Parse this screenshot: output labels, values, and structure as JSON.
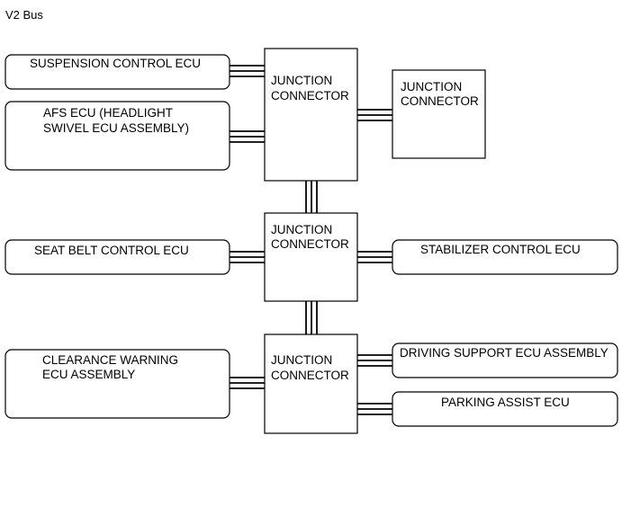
{
  "title": "V2 Bus",
  "junctions": {
    "j1": [
      "JUNCTION",
      "CONNECTOR"
    ],
    "j2": [
      "JUNCTION",
      "CONNECTOR"
    ],
    "j3": [
      "JUNCTION",
      "CONNECTOR"
    ],
    "j4": [
      "JUNCTION",
      "CONNECTOR"
    ]
  },
  "ecus": {
    "suspension": [
      "SUSPENSION CONTROL ECU"
    ],
    "afs": [
      "AFS ECU (HEADLIGHT",
      "SWIVEL ECU ASSEMBLY)"
    ],
    "seat_belt": [
      "SEAT BELT CONTROL ECU"
    ],
    "stabilizer": [
      "STABILIZER CONTROL ECU"
    ],
    "clearance": [
      "CLEARANCE WARNING",
      "ECU ASSEMBLY"
    ],
    "driving_support": [
      "DRIVING SUPPORT ECU ASSEMBLY"
    ],
    "parking_assist": [
      "PARKING ASSIST ECU"
    ]
  }
}
